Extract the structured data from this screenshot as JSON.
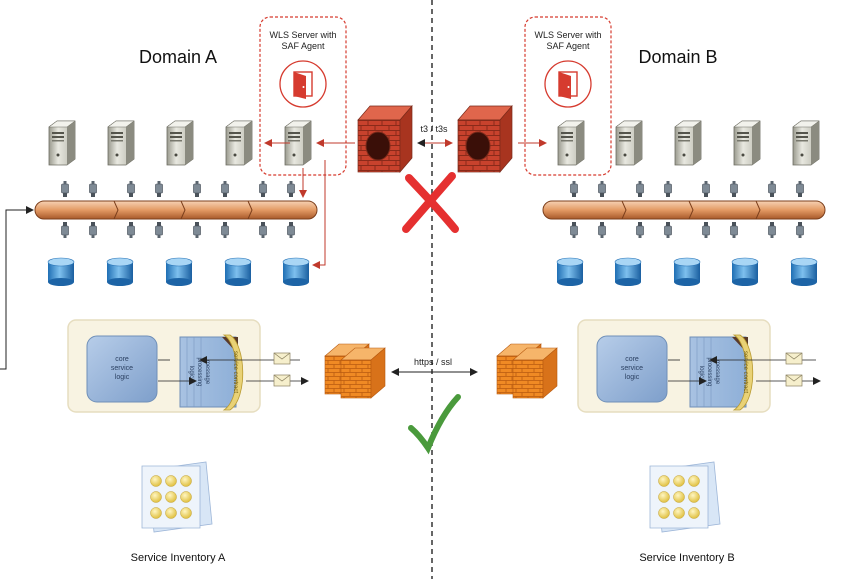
{
  "domains": {
    "a": {
      "title": "Domain A",
      "inventory_label": "Service Inventory A"
    },
    "b": {
      "title": "Domain B",
      "inventory_label": "Service Inventory B"
    }
  },
  "saf_box": {
    "line1": "WLS Server with",
    "line2": "SAF Agent"
  },
  "connections": {
    "t3": {
      "label": "t3 / t3s",
      "status": "blocked"
    },
    "https": {
      "label": "https / ssl",
      "status": "allowed"
    }
  },
  "service_component": {
    "core": [
      "core",
      "service",
      "logic"
    ],
    "processing": [
      "message",
      "processing",
      "logic"
    ],
    "contract": "service contract"
  },
  "colors": {
    "accent_red": "#d63b2f",
    "allowed_green": "#4a9a3c",
    "firewall_orange": "#f08a24",
    "brick": "#c8422d",
    "bus": "#e9a070",
    "db_blue": "#3c8ed0"
  },
  "icons": [
    "server-icon",
    "database-icon",
    "bus-connector-icon",
    "firewall-icon",
    "exit-door-icon",
    "envelope-icon",
    "cross-icon",
    "checkmark-icon"
  ]
}
